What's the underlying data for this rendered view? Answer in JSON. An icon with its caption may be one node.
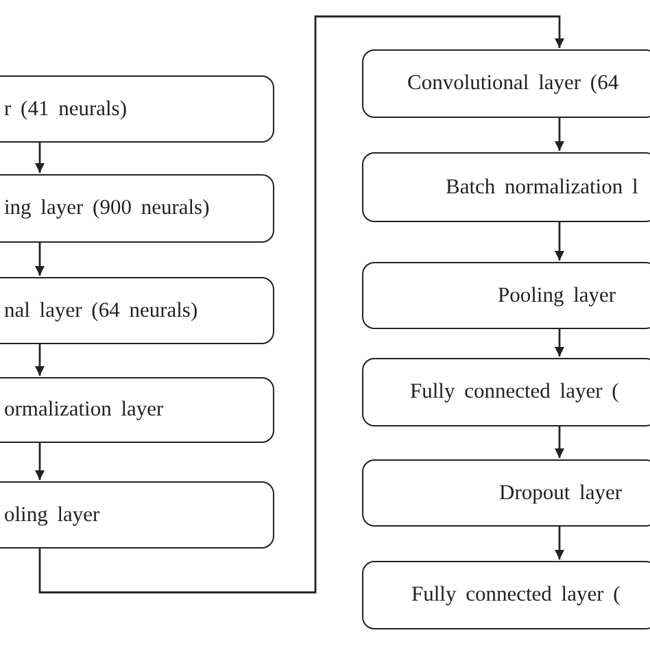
{
  "diagram": {
    "nodes": [
      {
        "text": [
          "r (41 neurals)"
        ]
      },
      {
        "text": [
          "ing layer (900 neurals)"
        ]
      },
      {
        "text": [
          "nal layer (64 neurals)"
        ]
      },
      {
        "text": [
          "ormalization layer"
        ]
      },
      {
        "text": [
          "oling layer"
        ]
      },
      {
        "text": [
          "Convolutional layer (64"
        ]
      },
      {
        "text": [
          "Batch normalization l"
        ]
      },
      {
        "text": [
          "Pooling layer"
        ]
      },
      {
        "text": [
          "Fully connected layer ("
        ]
      },
      {
        "text": [
          "Dropout layer"
        ]
      },
      {
        "text": [
          "Fully connected layer ("
        ]
      }
    ],
    "edges": [
      {
        "from": 0,
        "to": 1,
        "arrow": "to"
      },
      {
        "from": 1,
        "to": 2,
        "arrow": "to"
      },
      {
        "from": 2,
        "to": 3,
        "arrow": "to"
      },
      {
        "from": 3,
        "to": 4,
        "arrow": "to"
      },
      {
        "from": 4,
        "to": 5,
        "arrow": "to"
      },
      {
        "from": 5,
        "to": 6,
        "arrow": "to"
      },
      {
        "from": 6,
        "to": 7,
        "arrow": "to"
      },
      {
        "from": 7,
        "to": 8,
        "arrow": "to"
      },
      {
        "from": 8,
        "to": 9,
        "arrow": "to"
      },
      {
        "from": 9,
        "to": 10,
        "arrow": "to"
      }
    ]
  }
}
